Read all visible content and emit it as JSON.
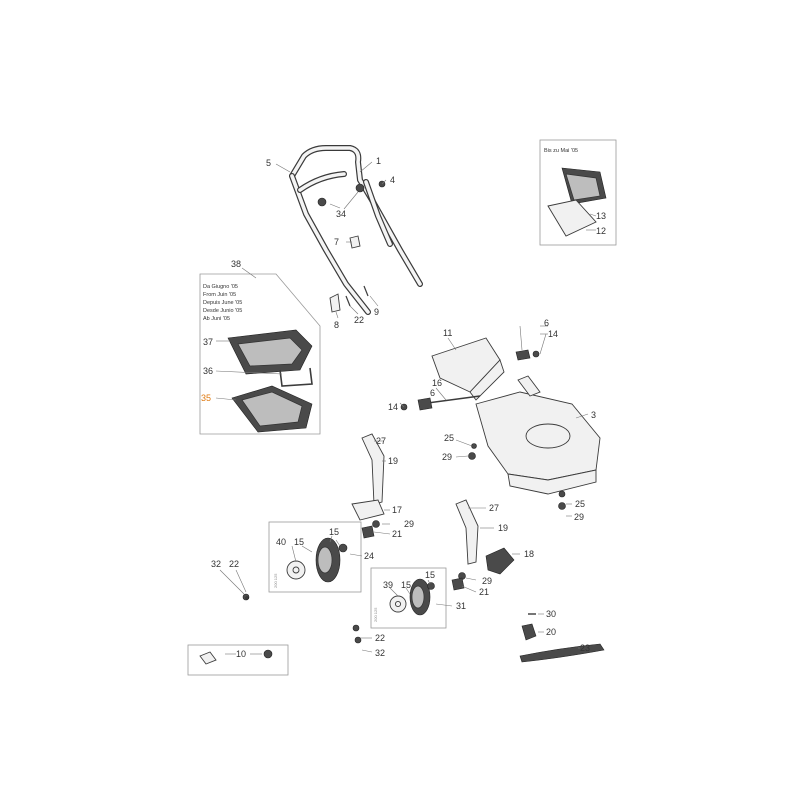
{
  "inset_top_right": {
    "header_lines": [
      "Bis zu Mai '05"
    ]
  },
  "inset_left": {
    "header_lines": [
      "Da Giugno '05",
      "From Juin '05",
      "Depuis June '05",
      "Desde Junio '05",
      "Ab Juni '05"
    ]
  },
  "wheel_notes": {
    "left": "200 125",
    "right": "200 125"
  },
  "part_numbers": {
    "p1": "1",
    "p3": "3",
    "p4": "4",
    "p5": "5",
    "p6a": "6",
    "p6b": "6",
    "p7": "7",
    "p8": "8",
    "p9": "9",
    "p10": "10",
    "p11": "11",
    "p12": "12",
    "p13": "13",
    "p14a": "14",
    "p14b": "14",
    "p15a": "15",
    "p15b": "15",
    "p15c": "15",
    "p15d": "15",
    "p16": "16",
    "p17": "17",
    "p18": "18",
    "p19a": "19",
    "p19b": "19",
    "p20": "20",
    "p21a": "21",
    "p21b": "21",
    "p22a": "22",
    "p22b": "22",
    "p22c": "22",
    "p23": "23",
    "p24": "24",
    "p25a": "25",
    "p25b": "25",
    "p27a": "27",
    "p27b": "27",
    "p29a": "29",
    "p29b": "29",
    "p29c": "29",
    "p29d": "29",
    "p30": "30",
    "p31": "31",
    "p32a": "32",
    "p32b": "32",
    "p34": "34",
    "p35": "35",
    "p36": "36",
    "p37": "37",
    "p38": "38",
    "p39": "39",
    "p40": "40"
  },
  "colors": {
    "highlight": "#e07a10",
    "line": "#3c3c3c",
    "frame": "#9a9a9a"
  }
}
